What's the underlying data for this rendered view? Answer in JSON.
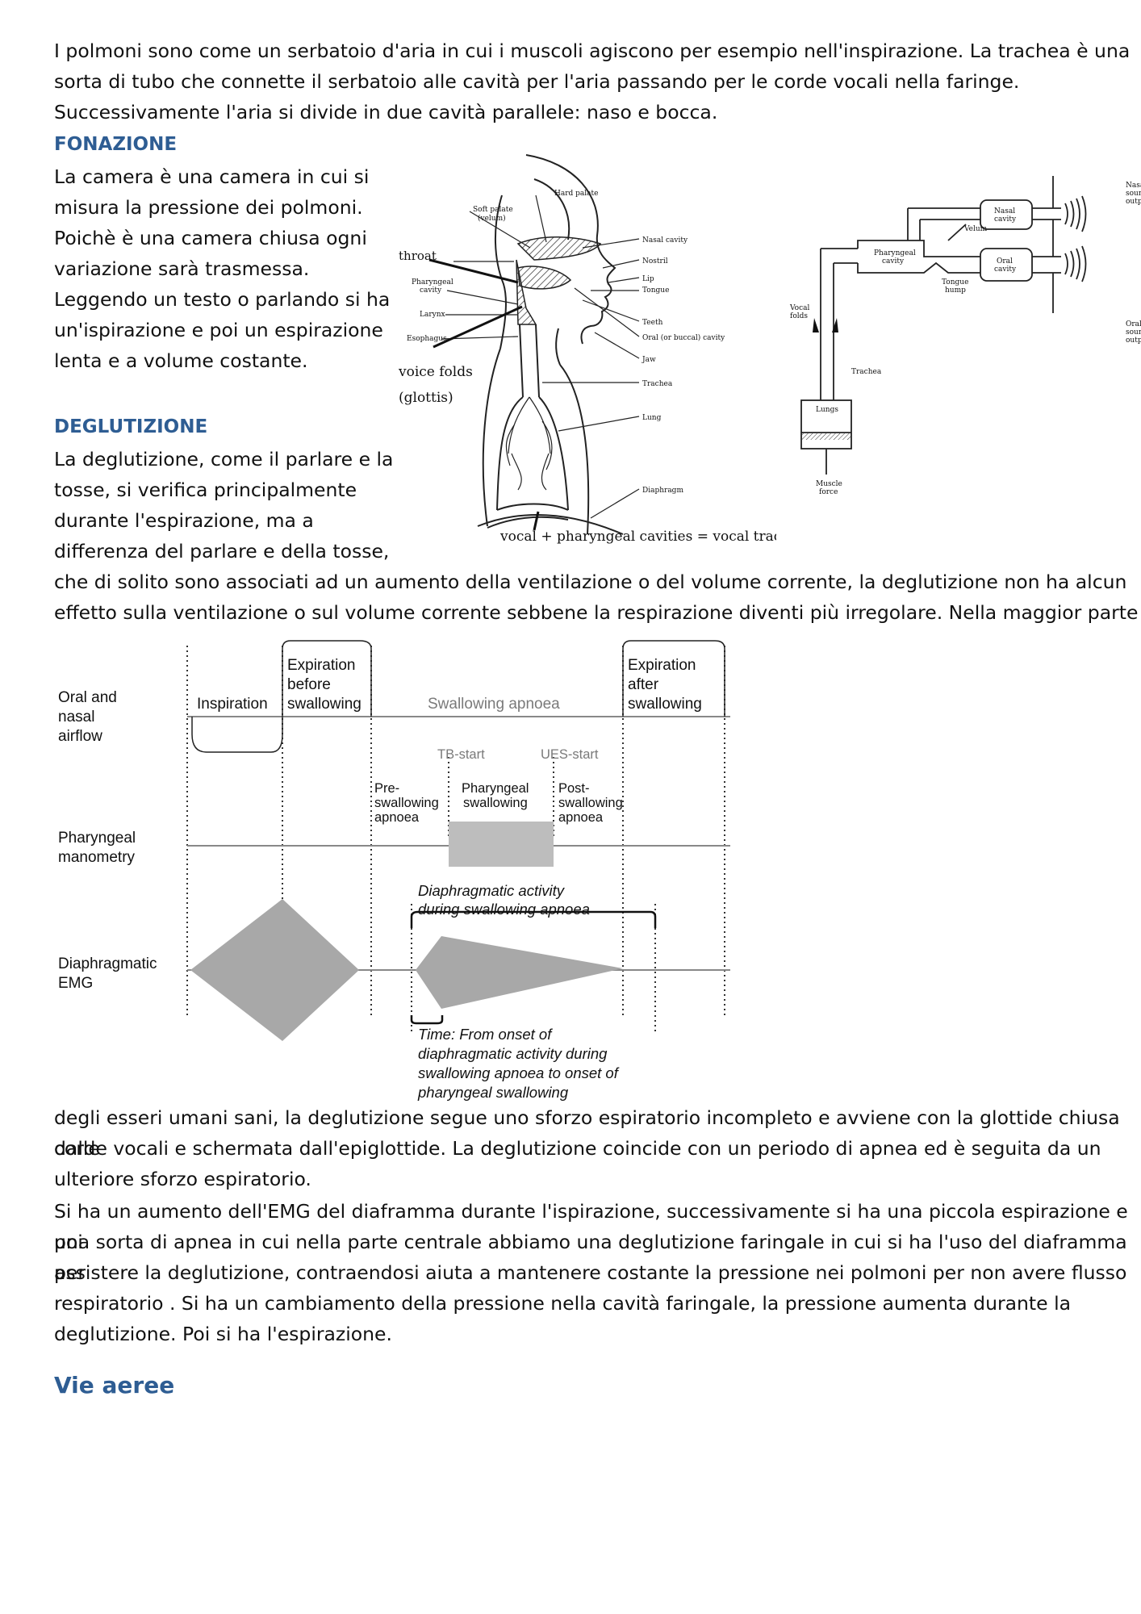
{
  "intro": {
    "lines": [
      "I polmoni sono come un serbatoio d'aria in cui i muscoli agiscono per esempio nell'inspirazione. La trachea è una",
      "sorta di tubo che connette il serbatoio alle cavità per l'aria passando per le corde vocali nella faringe.",
      "Successivamente l'aria si divide in due cavità parallele: naso e bocca."
    ]
  },
  "fonazione": {
    "heading": "FONAZIONE",
    "lines": [
      "La camera è una camera in cui si",
      "misura la pressione dei polmoni.",
      "Poichè è una camera chiusa ogni",
      "variazione sarà trasmessa.",
      "Leggendo un testo o parlando si ha",
      "un'ispirazione e poi un espirazione",
      "lenta e a volume costante."
    ]
  },
  "deglutizione": {
    "heading": "DEGLUTIZIONE",
    "lines": [
      "La deglutizione, come il parlare e la",
      "tosse, si verifica principalmente",
      "durante l'espirazione, ma a",
      "differenza del parlare e della tosse,"
    ],
    "lines_full": [
      "che di solito sono associati ad un aumento della ventilazione o del volume corrente, la deglutizione non ha alcun",
      "effetto sulla ventilazione o sul volume corrente sebbene la respirazione diventi più irregolare. Nella maggior parte"
    ]
  },
  "after_chart": {
    "lines": [
      "degli esseri umani sani, la deglutizione segue uno sforzo espiratorio incompleto e avviene con la glottide chiusa dalle",
      "corde vocali e schermata dall'epiglottide. La deglutizione coincide con un periodo di apnea ed è seguita da un",
      "ulteriore sforzo espiratorio.",
      "Si ha un aumento dell'EMG del diaframma durante l'ispirazione, successivamente si ha una piccola espirazione e poi",
      "una sorta di apnea in cui nella parte centrale abbiamo una deglutizione faringale in cui si ha l'uso del diaframma per",
      "assistere la deglutizione, contraendosi aiuta a mantenere costante la pressione nei polmoni per non avere flusso",
      "respiratorio . Si ha un cambiamento della pressione nella cavità faringale, la pressione aumenta durante la",
      "deglutizione. Poi si ha l'espirazione."
    ]
  },
  "section2": {
    "heading": "Vie aeree"
  },
  "anatomy_figure": {
    "labels": {
      "hard_palate": "Hard palate",
      "soft_palate_1": "Soft palate",
      "soft_palate_2": "(velum)",
      "nasal_cavity": "Nasal cavity",
      "nostril": "Nostril",
      "lip": "Lip",
      "tongue": "Tongue",
      "teeth": "Teeth",
      "oral_cavity": "Oral (or buccal) cavity",
      "jaw": "Jaw",
      "trachea": "Trachea",
      "lung": "Lung",
      "diaphragm": "Diaphragm",
      "throat": "throat",
      "pharyngeal_1": "Pharyngeal",
      "pharyngeal_2": "cavity",
      "larynx": "Larynx",
      "esophagus": "Esophagus",
      "voice_folds": "voice folds",
      "glottis": "(glottis)",
      "caption": "vocal + pharyngeal cavities = vocal tract"
    }
  },
  "tube_model": {
    "labels": {
      "nasal_1": "Nasal",
      "nasal_2": "cavity",
      "velum": "Velum",
      "oral_1": "Oral",
      "oral_2": "cavity",
      "pharyngeal_1": "Pharyngeal",
      "pharyngeal_2": "cavity",
      "tongue_1": "Tongue",
      "tongue_2": "hump",
      "vocal_1": "Vocal",
      "vocal_2": "folds",
      "trachea": "Trachea",
      "lungs": "Lungs",
      "muscle_1": "Muscle",
      "muscle_2": "force",
      "nasal_out_1": "Nasal",
      "nasal_out_2": "sound",
      "nasal_out_3": "output",
      "oral_out_1": "Oral",
      "oral_out_2": "sound",
      "oral_out_3": "output"
    }
  },
  "swallow_chart": {
    "rows": {
      "airflow_1": "Oral and",
      "airflow_2": "nasal",
      "airflow_3": "airflow",
      "manometry_1": "Pharyngeal",
      "manometry_2": "manometry",
      "emg_1": "Diaphragmatic",
      "emg_2": "EMG"
    },
    "phases": {
      "inspiration": "Inspiration",
      "exp_before_1": "Expiration",
      "exp_before_2": "before",
      "exp_before_3": "swallowing",
      "apnoea": "Swallowing apnoea",
      "exp_after_1": "Expiration",
      "exp_after_2": "after",
      "exp_after_3": "swallowing"
    },
    "markers": {
      "tb_start": "TB-start",
      "ues_start": "UES-start",
      "pre_1": "Pre-",
      "pre_2": "swallowing",
      "pre_3": "apnoea",
      "phar_1": "Pharyngeal",
      "phar_2": "swallowing",
      "post_1": "Post-",
      "post_2": "swallowing",
      "post_3": "apnoea"
    },
    "annotations": {
      "diaph_1": "Diaphragmatic activity",
      "diaph_2": "during swallowing apnoea",
      "time_1": "Time: From onset of",
      "time_2": "diaphragmatic activity during",
      "time_3": "swallowing apnoea to onset of",
      "time_4": "pharyngeal swallowing"
    }
  }
}
